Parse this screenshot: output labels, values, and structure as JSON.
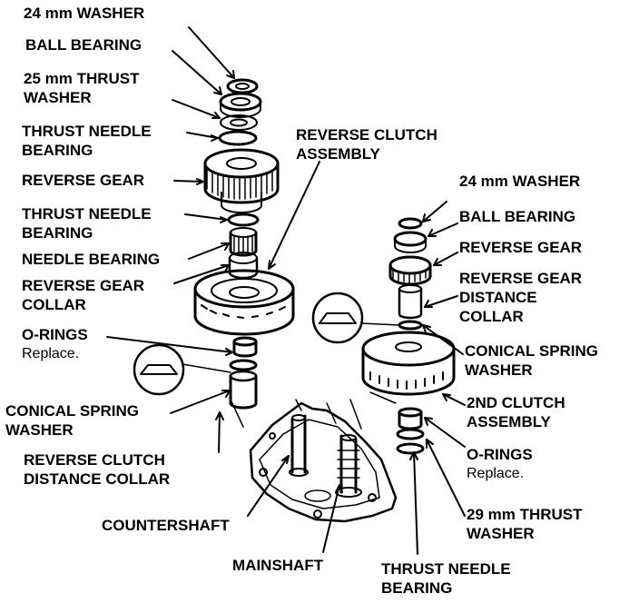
{
  "labels": {
    "left": {
      "washer_24": "24 mm WASHER",
      "ball_bearing": "BALL BEARING",
      "thrust_washer_25_l1": "25 mm THRUST",
      "thrust_washer_25_l2": "WASHER",
      "thrust_needle_1_l1": "THRUST NEEDLE",
      "thrust_needle_1_l2": "BEARING",
      "reverse_gear": "REVERSE GEAR",
      "thrust_needle_2_l1": "THRUST NEEDLE",
      "thrust_needle_2_l2": "BEARING",
      "needle_bearing": "NEEDLE BEARING",
      "reverse_gear_collar_l1": "REVERSE GEAR",
      "reverse_gear_collar_l2": "COLLAR",
      "o_rings": "O-RINGS",
      "o_rings_note": "Replace.",
      "conical_spring_l1": "CONICAL SPRING",
      "conical_spring_l2": "WASHER",
      "rev_clutch_collar_l1": "REVERSE CLUTCH",
      "rev_clutch_collar_l2": "DISTANCE COLLAR"
    },
    "center": {
      "reverse_clutch_l1": "REVERSE CLUTCH",
      "reverse_clutch_l2": "ASSEMBLY",
      "countershaft": "COUNTERSHAFT",
      "mainshaft": "MAINSHAFT",
      "thrust_needle_bottom_l1": "THRUST NEEDLE",
      "thrust_needle_bottom_l2": "BEARING"
    },
    "right": {
      "washer_24": "24 mm WASHER",
      "ball_bearing": "BALL BEARING",
      "reverse_gear": "REVERSE GEAR",
      "distance_collar_l1": "REVERSE GEAR",
      "distance_collar_l2": "DISTANCE",
      "distance_collar_l3": "COLLAR",
      "conical_spring_l1": "CONICAL SPRING",
      "conical_spring_l2": "WASHER",
      "second_clutch_l1": "2ND CLUTCH",
      "second_clutch_l2": "ASSEMBLY",
      "o_rings": "O-RINGS",
      "o_rings_note": "Replace.",
      "thrust_washer_29_l1": "29 mm THRUST",
      "thrust_washer_29_l2": "WASHER"
    }
  }
}
